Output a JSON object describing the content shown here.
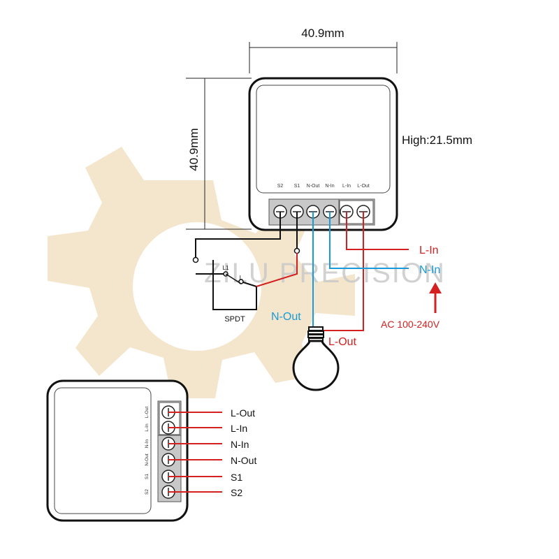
{
  "dimensions": {
    "width": "40.9mm",
    "depth": "40.9mm",
    "height": "High:21.5mm"
  },
  "top_module": {
    "terminal_labels": [
      "S2",
      "S1",
      "N-Out",
      "N-In",
      "L-In",
      "L-Out"
    ]
  },
  "wiring": {
    "l_in": "L-In",
    "n_in": "N-In",
    "n_out": "N-Out",
    "l_out": "L-Out",
    "power": "AC 100-240V"
  },
  "switch": {
    "name": "SPDT",
    "terminal_l1": "L1",
    "terminal_l": "L"
  },
  "watermark": "ZILU PRECISION",
  "side_module": {
    "terminal_labels": [
      "L-Out",
      "L-In",
      "N-In",
      "N-Out",
      "S1",
      "S2"
    ],
    "wire_labels": [
      "L-Out",
      "L-In",
      "N-In",
      "N-Out",
      "S1",
      "S2"
    ]
  },
  "colors": {
    "live": "#d42020",
    "neutral": "#1a9ad6",
    "switch_wire": "#111111",
    "watermark": "#f3e6cc",
    "terminal_block": "#c8c8c8"
  }
}
